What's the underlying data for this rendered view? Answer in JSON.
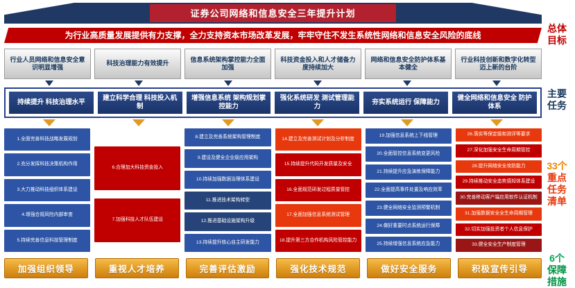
{
  "title": "证券公司网络和信息安全三年提升计划",
  "overall_goal_banner": "为行业高质量发展提供有力支撑，全力支持资本市场改革发展，牢牢守住不发生系统性网络和信息安全风险的底线",
  "side_labels": {
    "overall_goal": "总体目标",
    "main_tasks": "主要任务",
    "task_count": "33个",
    "task_list_label": "重点任务清单",
    "safeguard_count": "6个",
    "safeguard_label": "保障措施"
  },
  "goals": [
    "行业人员网络和信息安全意识明显增强",
    "科技治理能力有效提升",
    "信息系统架构掌控能力全面加强",
    "科技资金投入和人才储备力度持续加大",
    "网络和信息安全防护体系基本健全",
    "行业科技创新和数字化转型迈上新的台阶"
  ],
  "main_tasks": [
    "持续提升 科技治理水平",
    "建立科学合理 科技投入机制",
    "增强信息系统 架构规划掌控能力",
    "强化系统研发 测试管理能力",
    "夯实系统运行 保障能力",
    "健全网络和信息安全 防护体系"
  ],
  "task_columns": [
    {
      "items": [
        {
          "text": "1.全面完善科技战略发展规划",
          "variant": "blue"
        },
        {
          "text": "2.充分发挥科技决策机构作用",
          "variant": "blue"
        },
        {
          "text": "3.大力推动科技组织体系建设",
          "variant": "blue"
        },
        {
          "text": "4.增强合规风险内部审查",
          "variant": "blue"
        },
        {
          "text": "5.持续完善信息科技管理制度",
          "variant": "blue"
        }
      ]
    },
    {
      "offset": true,
      "items": [
        {
          "text": "6.合理加大科技资金投入",
          "variant": "red"
        },
        {
          "text": "7.加强科技人才队伍建设",
          "variant": "red"
        }
      ]
    },
    {
      "items": [
        {
          "text": "8.建立及完善系统架构管理制度",
          "variant": "blue"
        },
        {
          "text": "9.建设及健全企业级应用架构",
          "variant": "blue"
        },
        {
          "text": "10.持续加强数据治理体系建设",
          "variant": "blue"
        },
        {
          "text": "11.推进技术架构转型",
          "variant": "navy"
        },
        {
          "text": "12.推进基础设施架构升级",
          "variant": "navy"
        },
        {
          "text": "13.持续提升核心自主研发能力",
          "variant": "blue"
        }
      ]
    },
    {
      "items": [
        {
          "text": "14.建立及完善测试计划及分析制度",
          "variant": "orangered"
        },
        {
          "text": "15.持续提升代码开发质量及安全",
          "variant": "red"
        },
        {
          "text": "16.全面规范研发过程质量管控",
          "variant": "red"
        },
        {
          "text": "17.全面加强信息系统测试管理",
          "variant": "orangered"
        },
        {
          "text": "18.提升第三方合作机构风险管控能力",
          "variant": "red"
        }
      ]
    },
    {
      "items": [
        {
          "text": "19.加强信息系统上下线管理",
          "variant": "blue"
        },
        {
          "text": "20.全面管控信息系统变更风险",
          "variant": "blue"
        },
        {
          "text": "21.持续提升应急演练保障能力",
          "variant": "blue"
        },
        {
          "text": "22.全面提高事件处置及响应效率",
          "variant": "blue"
        },
        {
          "text": "23.健全网络安全监测预警机制",
          "variant": "blue"
        },
        {
          "text": "24.做好重要时点系统运行保障",
          "variant": "blue"
        },
        {
          "text": "25.持续增强信息系统应急能力",
          "variant": "blue"
        }
      ]
    },
    {
      "items": [
        {
          "text": "26.落实等保定级和测评等要求",
          "variant": "orangered"
        },
        {
          "text": "27.深化加强安全生命周期管控",
          "variant": "red"
        },
        {
          "text": "28.提升网络安全攻防能力",
          "variant": "orangered"
        },
        {
          "text": "29.持续推动安全态势感知体系建设",
          "variant": "red"
        },
        {
          "text": "30.完善移动客户端应用软件认证机制",
          "variant": "darkred"
        },
        {
          "text": "31.加强数据安全全生命周期管理",
          "variant": "orangered"
        },
        {
          "text": "32.切实加强投资者个人信息保护",
          "variant": "red"
        },
        {
          "text": "33.健全安全生产制度管理",
          "variant": "darkred"
        }
      ]
    }
  ],
  "safeguards": [
    "加强组织领导",
    "重视人才培养",
    "完善评估激励",
    "强化技术规范",
    "做好安全服务",
    "积极宣传引导"
  ],
  "colors": {
    "navy": "#1F3864",
    "banner_red": "#C00000",
    "title_red": "#B3202E",
    "box_blue": "#2E55A5",
    "box_navy": "#27447A",
    "box_red": "#C00000",
    "box_orangered": "#E8380D",
    "box_darkred": "#9A1515",
    "gold": "#E09A23",
    "green": "#00A651"
  }
}
